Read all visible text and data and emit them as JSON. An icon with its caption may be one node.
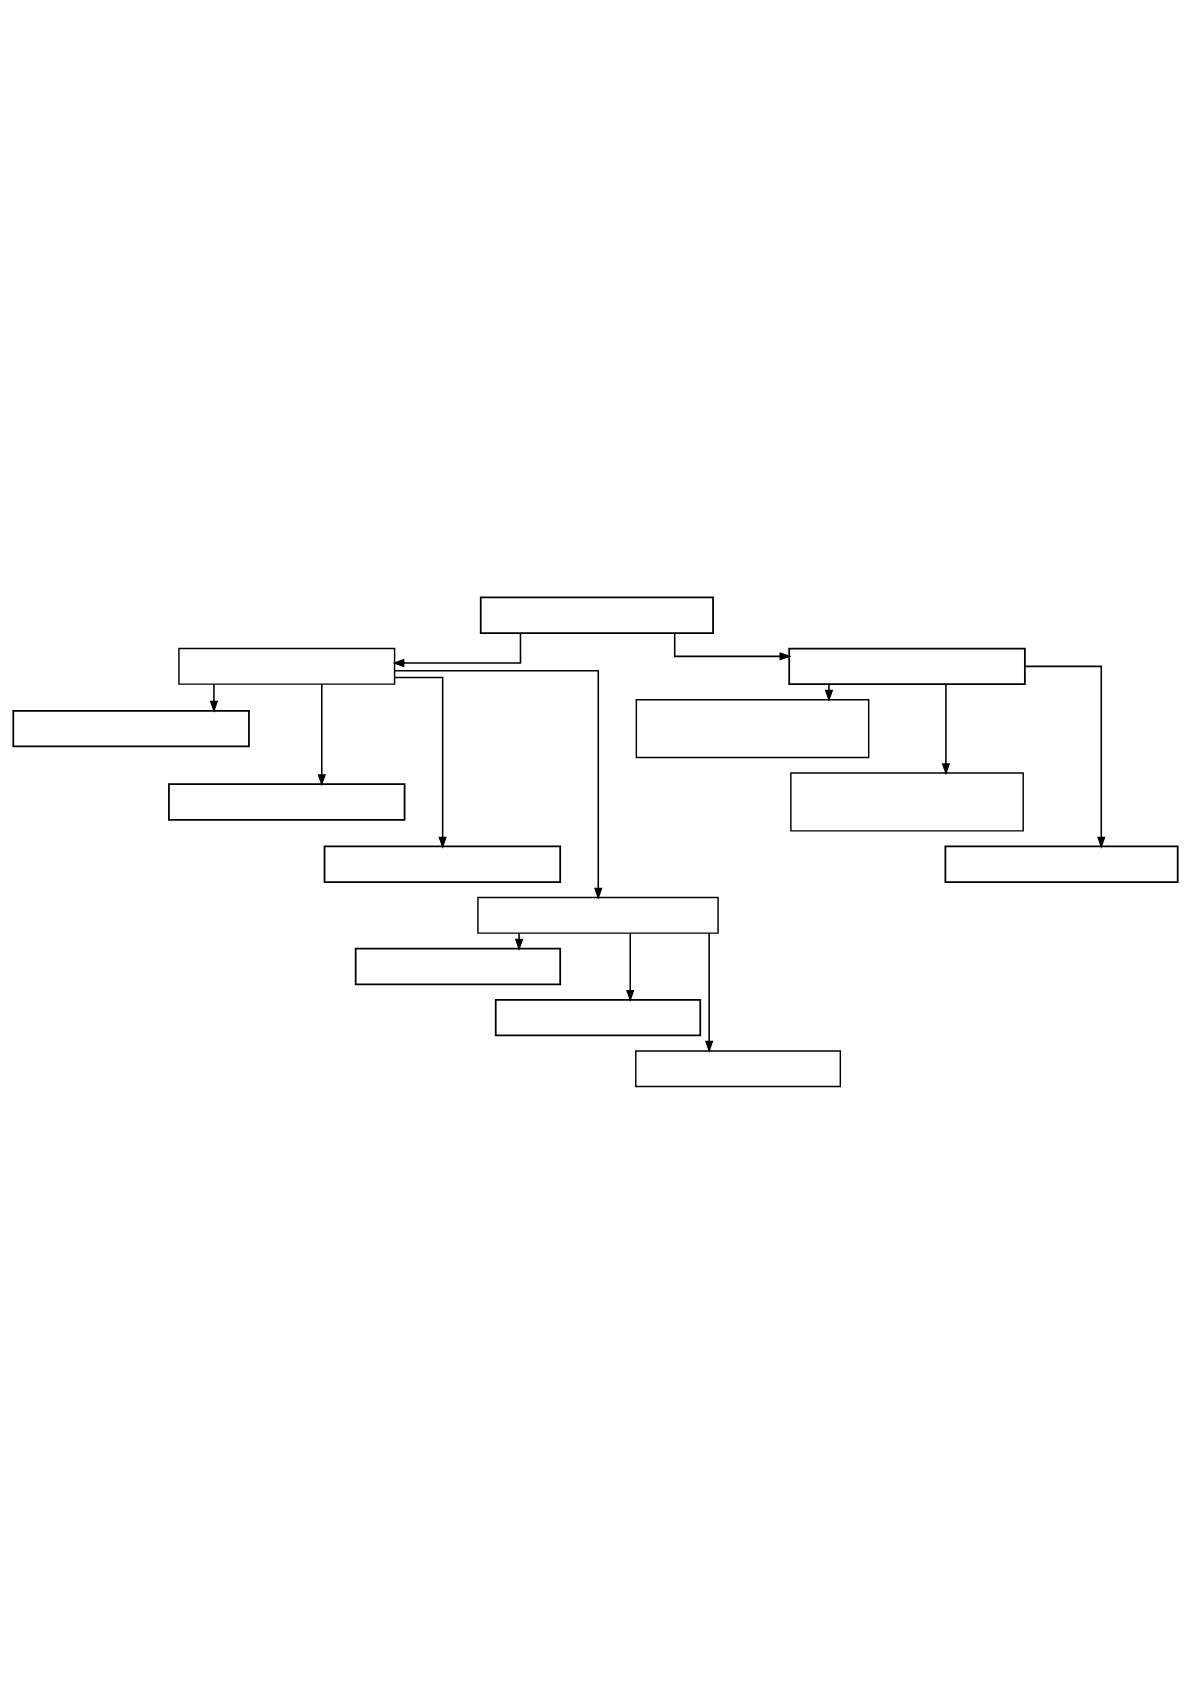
{
  "diagram": {
    "nodes": [
      {
        "text": [],
        "shape": "box"
      },
      {
        "text": [],
        "shape": "box"
      },
      {
        "text": [],
        "shape": "box"
      },
      {
        "text": [],
        "shape": "box"
      },
      {
        "text": [],
        "shape": "box"
      },
      {
        "text": [],
        "shape": "box"
      },
      {
        "text": [],
        "shape": "box"
      },
      {
        "text": [],
        "shape": "box"
      },
      {
        "text": [],
        "shape": "box"
      },
      {
        "text": [],
        "shape": "box"
      },
      {
        "text": [],
        "shape": "box"
      },
      {
        "text": [],
        "shape": "box"
      },
      {
        "text": [],
        "shape": "box"
      }
    ],
    "edges": [
      {
        "from": 0,
        "to": 1,
        "arrow": "to"
      },
      {
        "from": 0,
        "to": 2,
        "arrow": "to"
      },
      {
        "from": 1,
        "to": 3,
        "arrow": "to"
      },
      {
        "from": 1,
        "to": 4,
        "arrow": "to"
      },
      {
        "from": 1,
        "to": 5,
        "arrow": "to"
      },
      {
        "from": 1,
        "to": 6,
        "arrow": "to"
      },
      {
        "from": 2,
        "to": 7,
        "arrow": "to"
      },
      {
        "from": 2,
        "to": 8,
        "arrow": "to"
      },
      {
        "from": 2,
        "to": 9,
        "arrow": "to"
      },
      {
        "from": 6,
        "to": 10,
        "arrow": "to"
      },
      {
        "from": 6,
        "to": 11,
        "arrow": "to"
      },
      {
        "from": 6,
        "to": 12,
        "arrow": "to"
      }
    ]
  }
}
